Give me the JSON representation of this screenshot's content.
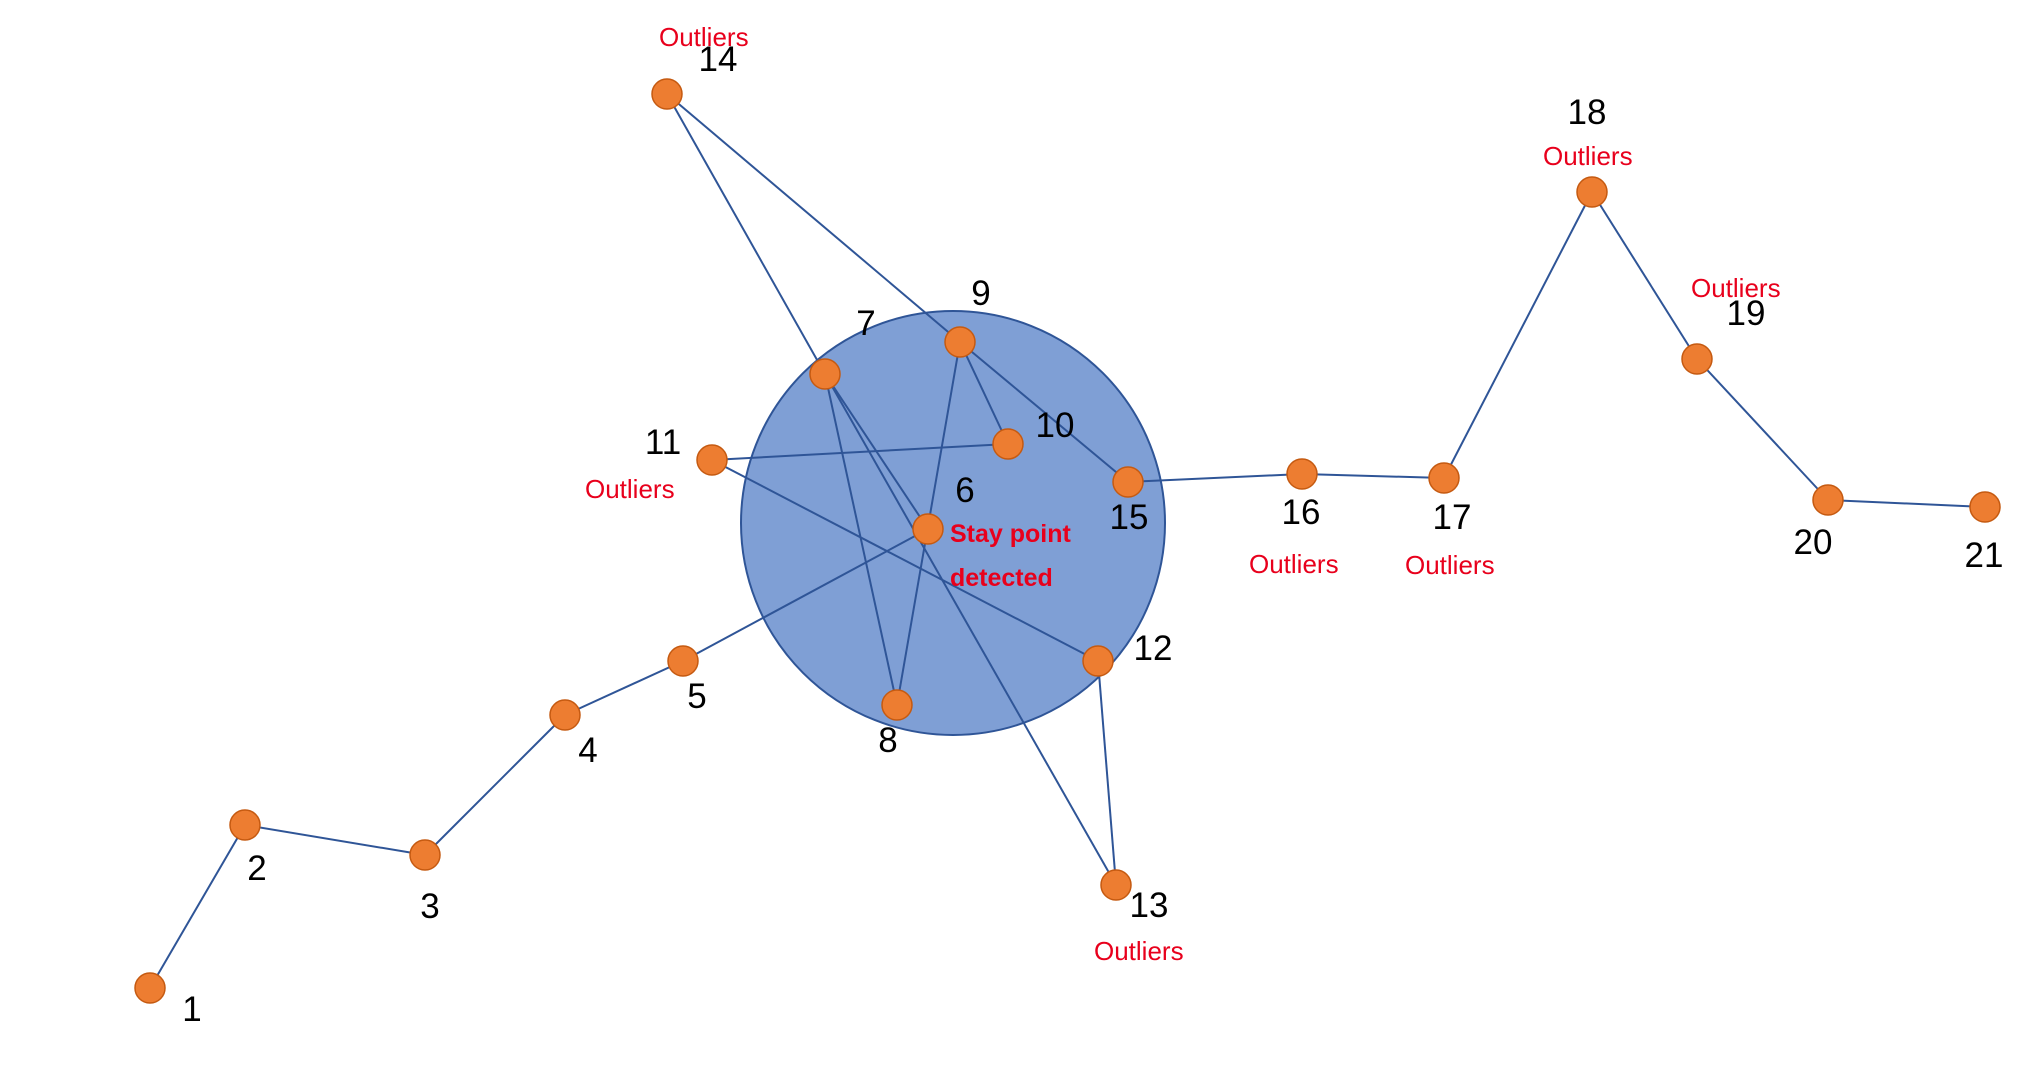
{
  "colors": {
    "node_fill": "#ED7D31",
    "node_stroke": "#C55A11",
    "edge": "#2F5597",
    "cluster_fill": "#7F9FD5",
    "cluster_stroke": "#2F5597",
    "annotation": "#E8001C"
  },
  "nodes": [
    {
      "id": "1",
      "label": "1"
    },
    {
      "id": "2",
      "label": "2"
    },
    {
      "id": "3",
      "label": "3"
    },
    {
      "id": "4",
      "label": "4"
    },
    {
      "id": "5",
      "label": "5"
    },
    {
      "id": "6",
      "label": "6"
    },
    {
      "id": "7",
      "label": "7"
    },
    {
      "id": "8",
      "label": "8"
    },
    {
      "id": "9",
      "label": "9"
    },
    {
      "id": "10",
      "label": "10"
    },
    {
      "id": "11",
      "label": "11"
    },
    {
      "id": "12",
      "label": "12"
    },
    {
      "id": "13",
      "label": "13"
    },
    {
      "id": "14",
      "label": "14"
    },
    {
      "id": "15",
      "label": "15"
    },
    {
      "id": "16",
      "label": "16"
    },
    {
      "id": "17",
      "label": "17"
    },
    {
      "id": "18",
      "label": "18"
    },
    {
      "id": "19",
      "label": "19"
    },
    {
      "id": "20",
      "label": "20"
    },
    {
      "id": "21",
      "label": "21"
    }
  ],
  "edges": [
    [
      "1",
      "2"
    ],
    [
      "2",
      "3"
    ],
    [
      "3",
      "4"
    ],
    [
      "4",
      "5"
    ],
    [
      "5",
      "6"
    ],
    [
      "6",
      "7"
    ],
    [
      "7",
      "8"
    ],
    [
      "8",
      "9"
    ],
    [
      "9",
      "10"
    ],
    [
      "10",
      "11"
    ],
    [
      "11",
      "12"
    ],
    [
      "12",
      "13"
    ],
    [
      "13",
      "7"
    ],
    [
      "7",
      "14"
    ],
    [
      "14",
      "9"
    ],
    [
      "9",
      "15"
    ],
    [
      "15",
      "16"
    ],
    [
      "16",
      "17"
    ],
    [
      "17",
      "18"
    ],
    [
      "18",
      "19"
    ],
    [
      "19",
      "20"
    ],
    [
      "20",
      "21"
    ]
  ],
  "annotations": {
    "outliers": "Outliers",
    "stay_point_line1": "Stay point",
    "stay_point_line2": "detected"
  }
}
